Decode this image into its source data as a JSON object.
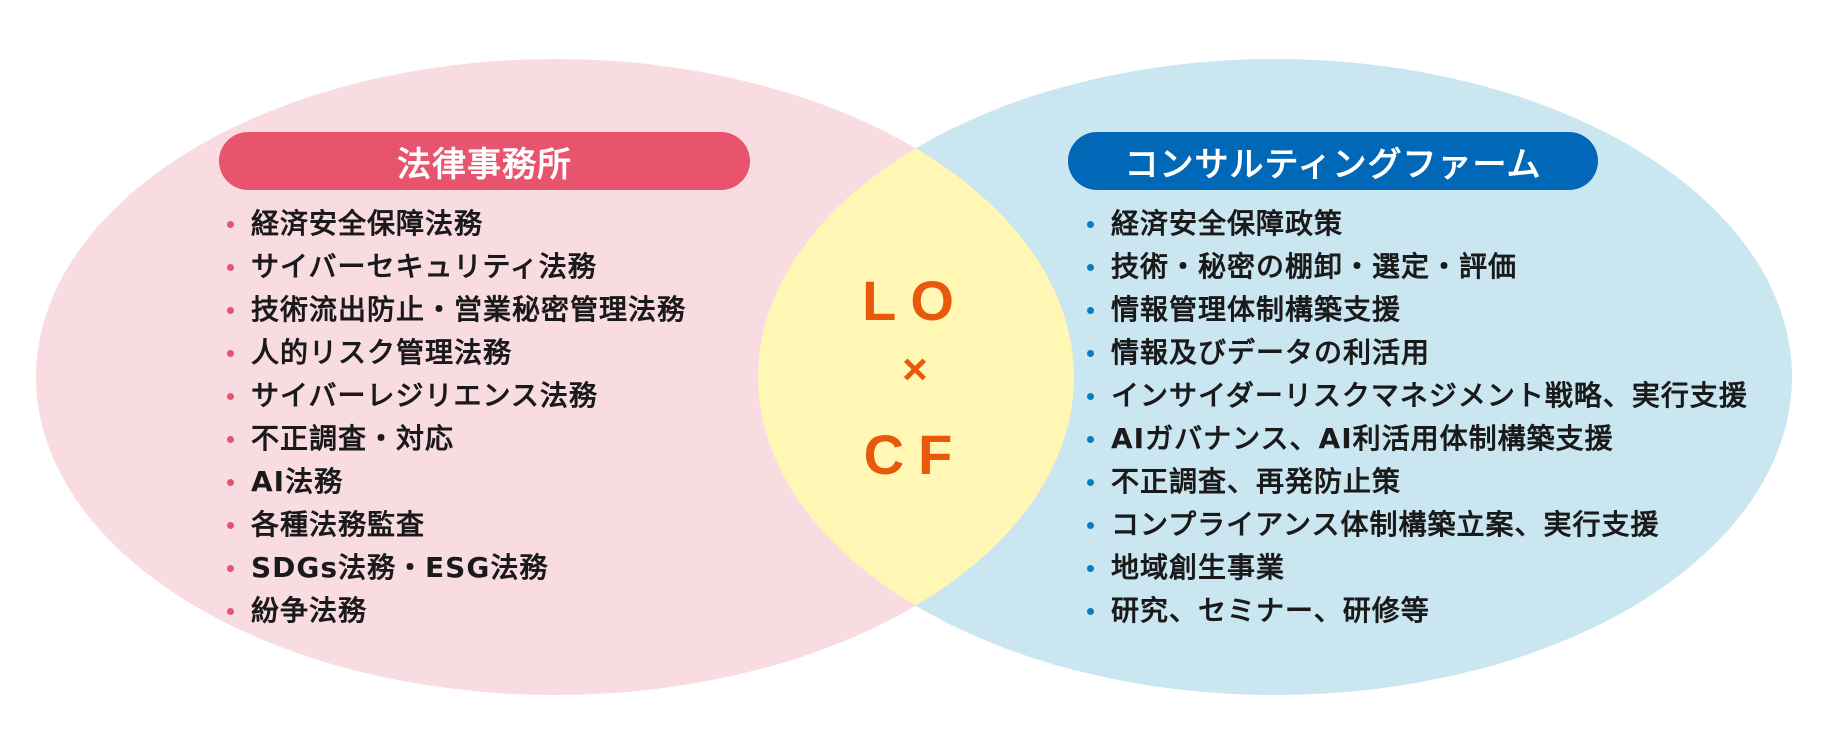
{
  "colors": {
    "law_fill": "#F9DCE2",
    "cf_fill": "#C9E6F1",
    "overlap_fill": "#FFF7B3",
    "law_accent": "#E8546E",
    "cf_accent": "#0068B7",
    "center_text": "#E8590C"
  },
  "law_firm": {
    "title": "法律事務所",
    "items": [
      "経済安全保障法務",
      "サイバーセキュリティ法務",
      "技術流出防止・営業秘密管理法務",
      "人的リスク管理法務",
      "サイバーレジリエンス法務",
      "不正調査・対応",
      "AI法務",
      "各種法務監査",
      "SDGs法務・ESG法務",
      "紛争法務"
    ]
  },
  "consulting_firm": {
    "title": "コンサルティングファーム",
    "items": [
      "経済安全保障政策",
      "技術・秘密の棚卸・選定・評価",
      "情報管理体制構築支援",
      "情報及びデータの利活用",
      "インサイダーリスクマネジメント戦略、実行支援",
      "AIガバナンス、AI利活用体制構築支援",
      "不正調査、再発防止策",
      "コンプライアンス体制構築立案、実行支援",
      "地域創生事業",
      "研究、セミナー、研修等"
    ]
  },
  "center": {
    "line1": "LO",
    "line2": "×",
    "line3": "CF"
  }
}
